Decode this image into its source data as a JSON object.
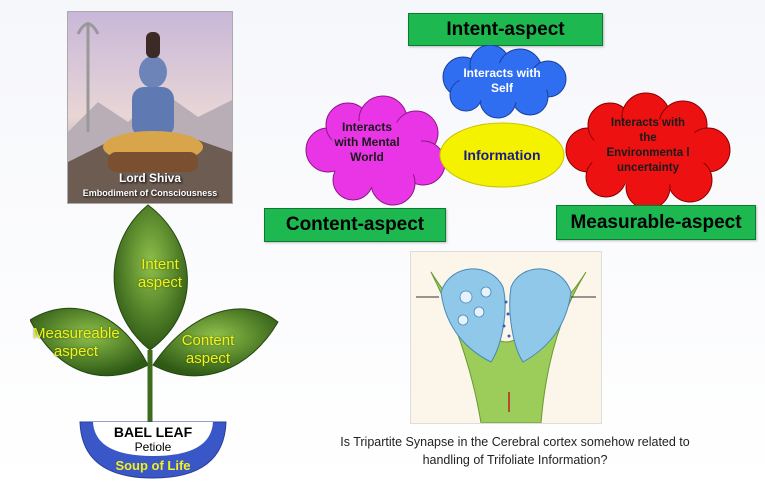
{
  "shiva": {
    "title": "Lord Shiva",
    "subtitle": "Embodiment of Consciousness"
  },
  "leaf": {
    "intent": "Intent aspect",
    "measurable": "Measureable aspect",
    "content": "Content aspect",
    "bowl_title": "BAEL LEAF",
    "bowl_petiole": "Petiole",
    "bowl_soup": "Soup of Life"
  },
  "diagram": {
    "intent_label": "Intent-aspect",
    "content_label": "Content-aspect",
    "measurable_label": "Measurable-aspect",
    "center": "Information",
    "cloud_self": "Interacts with Self",
    "cloud_mental": "Interacts with Mental World",
    "cloud_env": "Interacts with the Environmenta l uncertainty",
    "colors": {
      "box_green": "#1db84f",
      "cloud_blue": "#2f6ef0",
      "cloud_magenta": "#e935e6",
      "cloud_red": "#ee1111",
      "center_yellow": "#f5f200"
    }
  },
  "synapse": {
    "caption": "Is Tripartite Synapse in the Cerebral cortex somehow related to handling of Trifoliate Information?"
  }
}
